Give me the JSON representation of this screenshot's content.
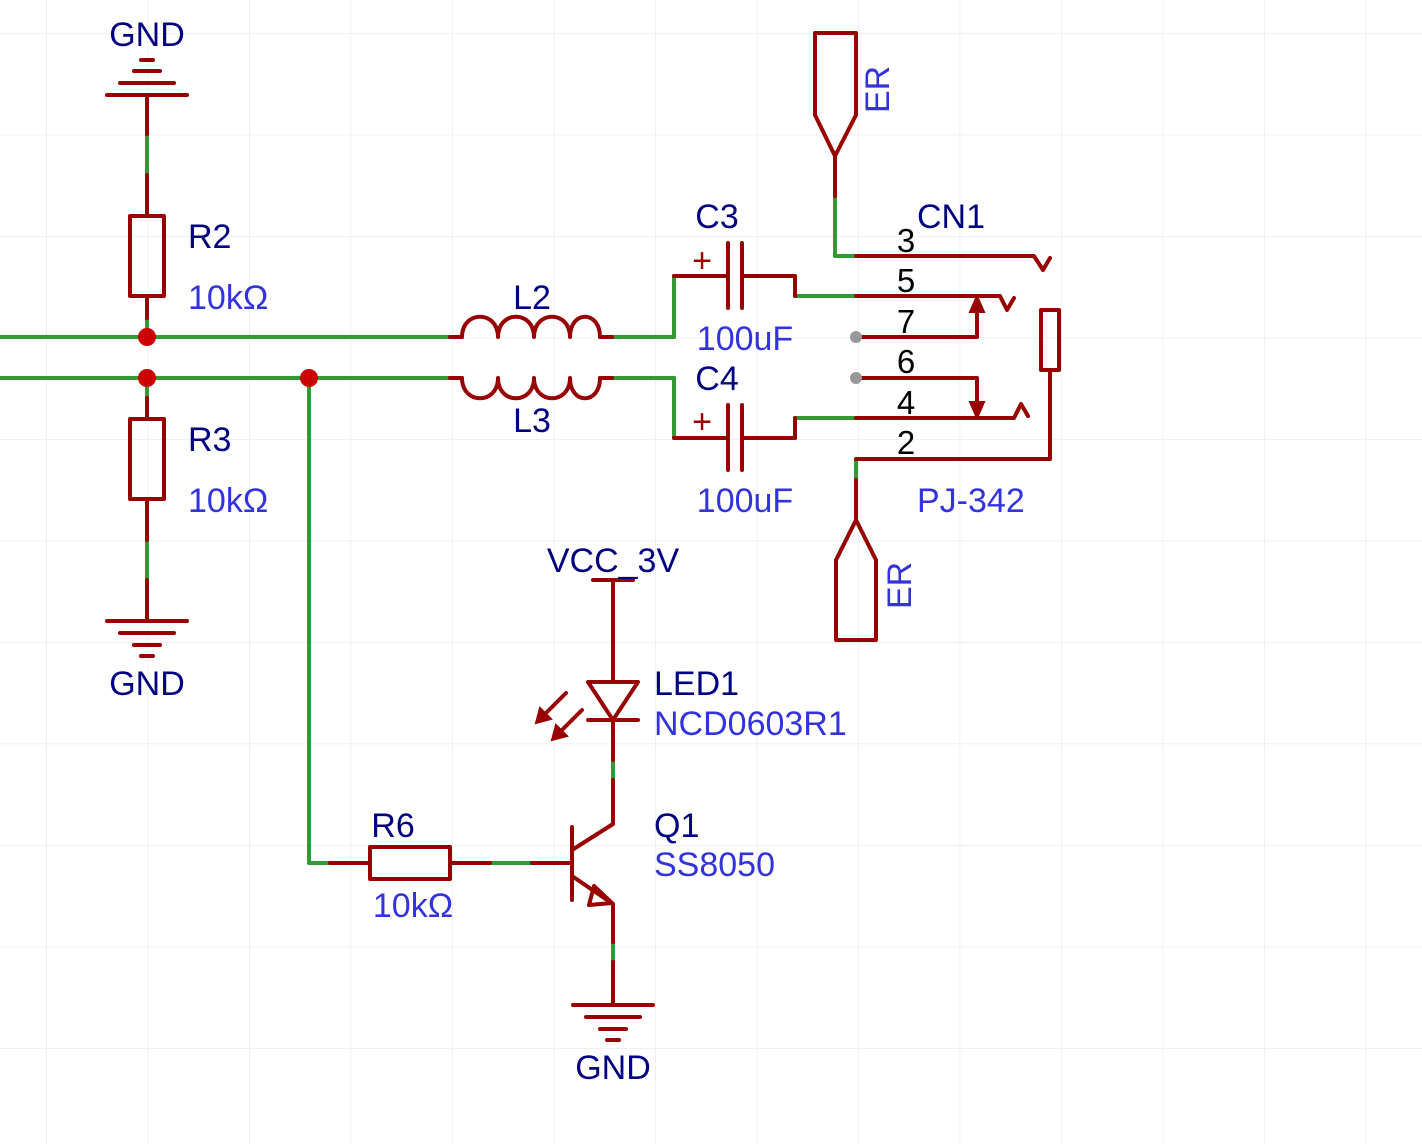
{
  "colors": {
    "background": "#ffffff",
    "grid": "#ececec",
    "component": "#990000",
    "wire": "#339933",
    "designator": "#000080",
    "value": "#3333dd",
    "junction": "#cc0000",
    "nc_dot": "#999999"
  },
  "power": {
    "gnd_top": "GND",
    "gnd_left": "GND",
    "gnd_bottom": "GND",
    "vcc": "VCC_3V"
  },
  "r2": {
    "ref": "R2",
    "value": "10kΩ"
  },
  "r3": {
    "ref": "R3",
    "value": "10kΩ"
  },
  "r6": {
    "ref": "R6",
    "value": "10kΩ"
  },
  "l2": {
    "ref": "L2"
  },
  "l3": {
    "ref": "L3"
  },
  "c3": {
    "ref": "C3",
    "value": "100uF",
    "polarity": "+"
  },
  "c4": {
    "ref": "C4",
    "value": "100uF",
    "polarity": "+"
  },
  "cn1": {
    "ref": "CN1",
    "value": "PJ-342",
    "pins": [
      "3",
      "5",
      "7",
      "6",
      "4",
      "2"
    ]
  },
  "net_ports": {
    "top": "ER",
    "bottom": "ER"
  },
  "led1": {
    "ref": "LED1",
    "value": "NCD0603R1"
  },
  "q1": {
    "ref": "Q1",
    "value": "SS8050"
  }
}
